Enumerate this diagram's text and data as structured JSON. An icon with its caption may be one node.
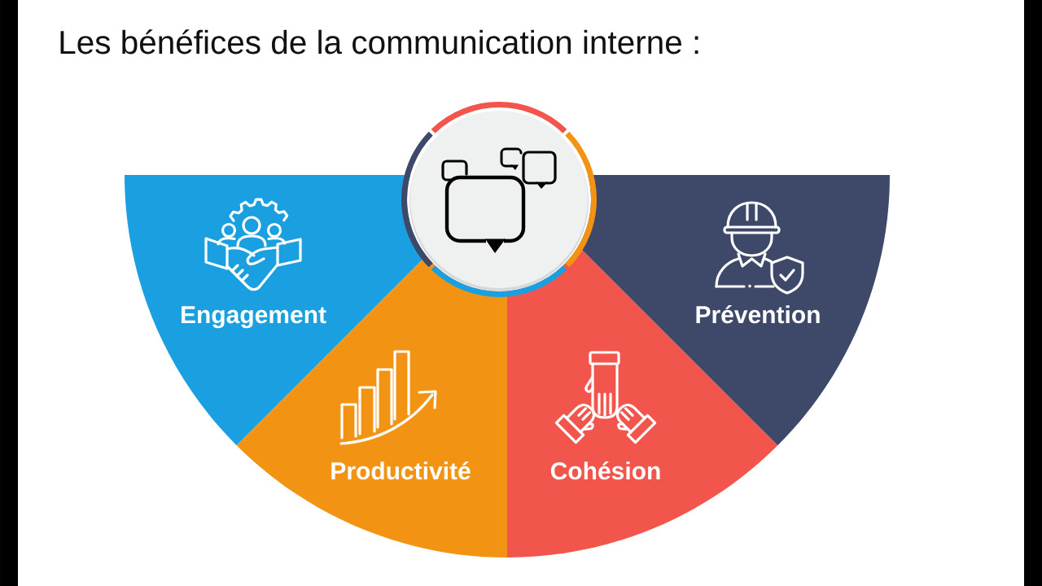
{
  "diagram": {
    "title": "Les bénéfices de la communication interne :",
    "nodes": [
      {
        "text": [
          "Engagement"
        ]
      },
      {
        "text": [
          "Productivité"
        ]
      },
      {
        "text": [
          "Cohésion"
        ]
      },
      {
        "text": [
          "Prévention"
        ]
      }
    ]
  }
}
